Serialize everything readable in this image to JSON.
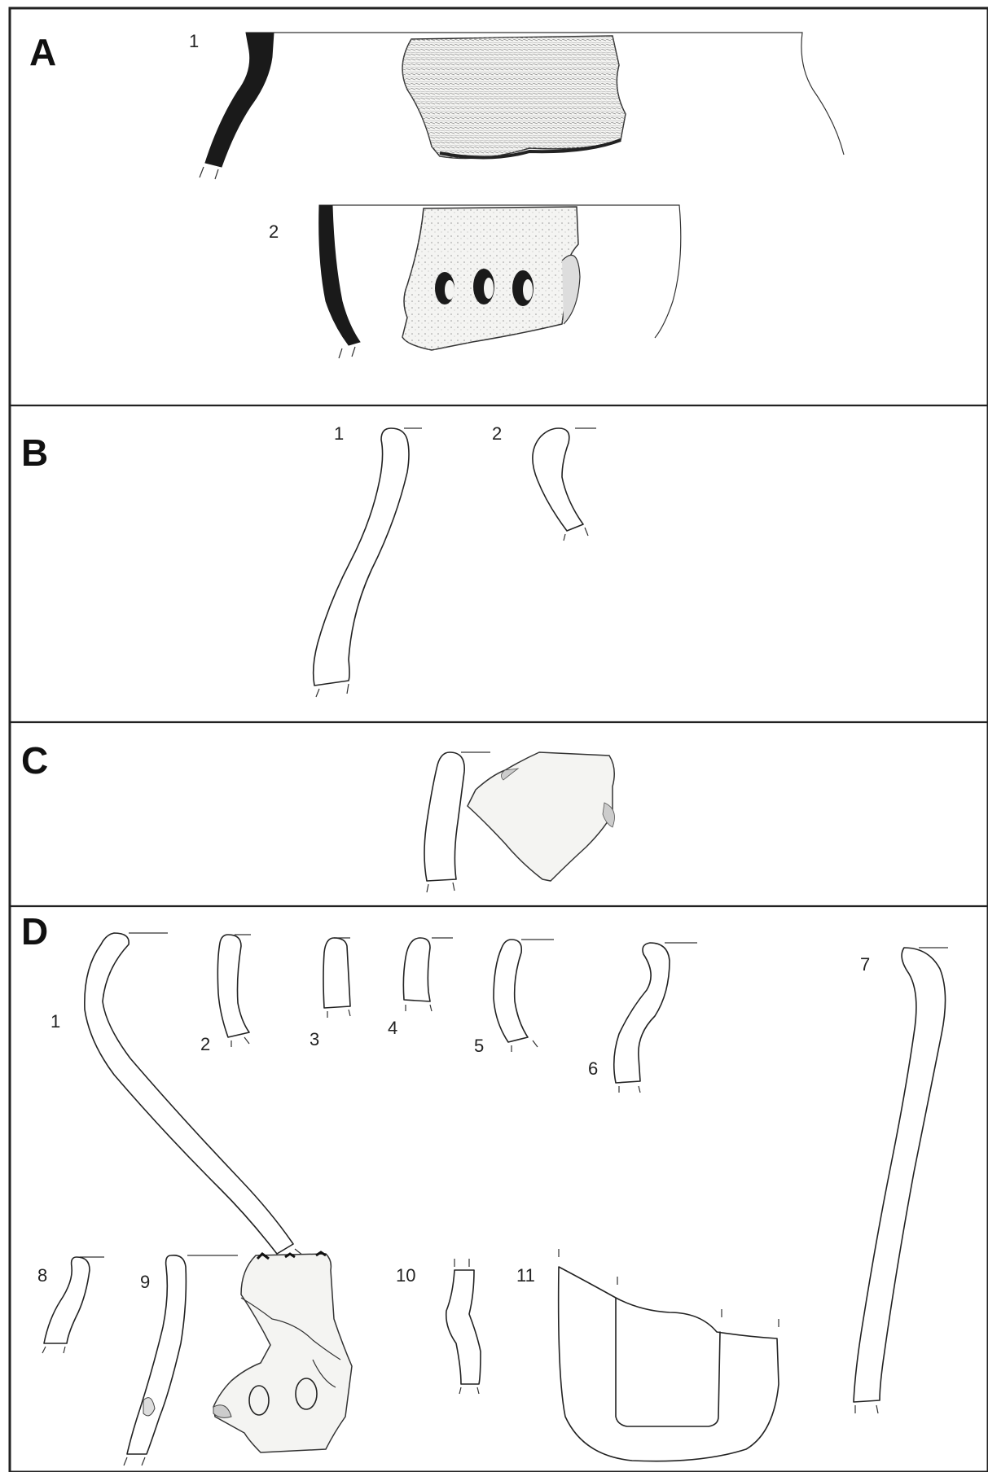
{
  "panels": {
    "A": {
      "letter": "A",
      "items": [
        "1",
        "2"
      ]
    },
    "B": {
      "letter": "B",
      "items": [
        "1",
        "2"
      ]
    },
    "C": {
      "letter": "C"
    },
    "D": {
      "letter": "D",
      "items": [
        "1",
        "2",
        "3",
        "4",
        "5",
        "6",
        "7",
        "8",
        "9",
        "10",
        "11"
      ]
    }
  }
}
